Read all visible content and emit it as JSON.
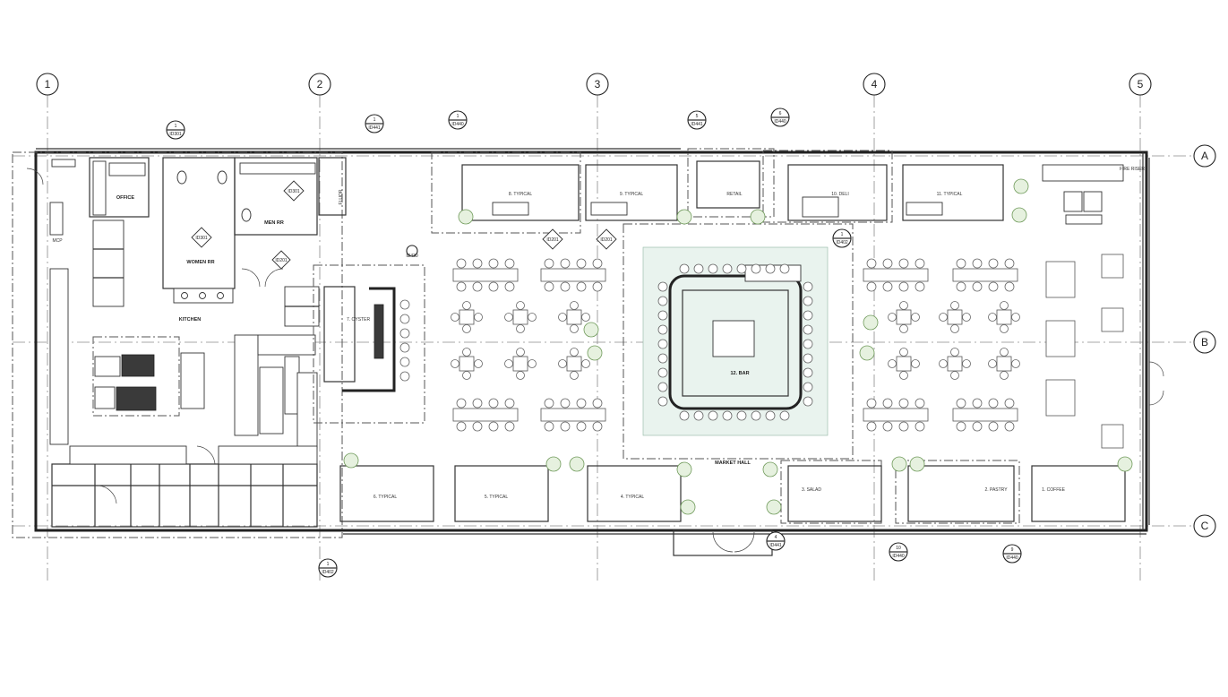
{
  "grid_columns": [
    {
      "label": "1"
    },
    {
      "label": "2"
    },
    {
      "label": "3"
    },
    {
      "label": "4"
    },
    {
      "label": "5"
    }
  ],
  "grid_rows": [
    {
      "label": "A"
    },
    {
      "label": "B"
    },
    {
      "label": "C"
    }
  ],
  "rooms": {
    "office": "OFFICE",
    "men_rr": "MEN RR",
    "women_rr": "WOMEN RR",
    "kitchen": "KITCHEN",
    "market_hall": "MARKET HALL",
    "retail": "RETAIL",
    "bar": "12. BAR",
    "oyster": "7. OYSTER",
    "fire_riser": "FIRE RISER",
    "mcp": "MCP",
    "fluor": "FLUOR"
  },
  "stalls_top": [
    {
      "label": "8. TYPICAL"
    },
    {
      "label": "9. TYPICAL"
    },
    {
      "label": "10. DELI"
    },
    {
      "label": "11. TYPICAL"
    }
  ],
  "stalls_bottom": [
    {
      "label": "6. TYPICAL"
    },
    {
      "label": "5. TYPICAL"
    },
    {
      "label": "4. TYPICAL"
    },
    {
      "label": "3. SALAD"
    },
    {
      "label": "2. PASTRY"
    },
    {
      "label": "1. COFFEE"
    }
  ],
  "section_tags": [
    {
      "num": "1",
      "ref": "ID301"
    },
    {
      "num": "1",
      "ref": "ID441"
    },
    {
      "num": "1",
      "ref": "ID440"
    },
    {
      "num": "5",
      "ref": "ID441"
    },
    {
      "num": "6",
      "ref": "ID440"
    },
    {
      "num": "1",
      "ref": "ID430"
    },
    {
      "num": "1",
      "ref": "ID402"
    },
    {
      "num": "1",
      "ref": "ID402"
    },
    {
      "num": "4",
      "ref": "ID441"
    },
    {
      "num": "10",
      "ref": "ID440"
    },
    {
      "num": "9",
      "ref": "ID440"
    }
  ],
  "diamond_tags": [
    {
      "ref": "ID301"
    },
    {
      "ref": "ID301"
    },
    {
      "ref": "ID201"
    },
    {
      "ref": "ID201"
    },
    {
      "ref": "ID201"
    }
  ]
}
